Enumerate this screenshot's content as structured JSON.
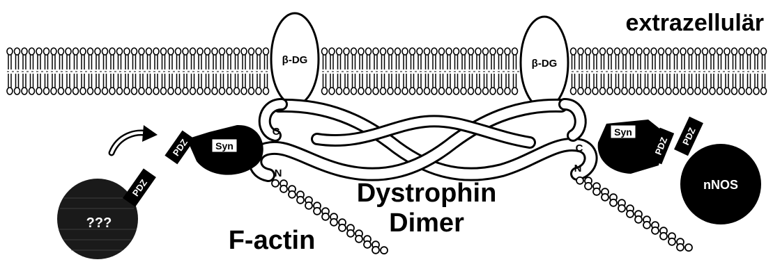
{
  "labels": {
    "extracellular": "extrazellulär",
    "beta_dg": "β-DG",
    "syn": "Syn",
    "pdz": "PDZ",
    "c_term": "C",
    "n_term": "N",
    "unknown": "???",
    "nnos": "nNOS",
    "dystrophin_line1": "Dystrophin",
    "dystrophin_line2": "Dimer",
    "factin": "F-actin"
  }
}
